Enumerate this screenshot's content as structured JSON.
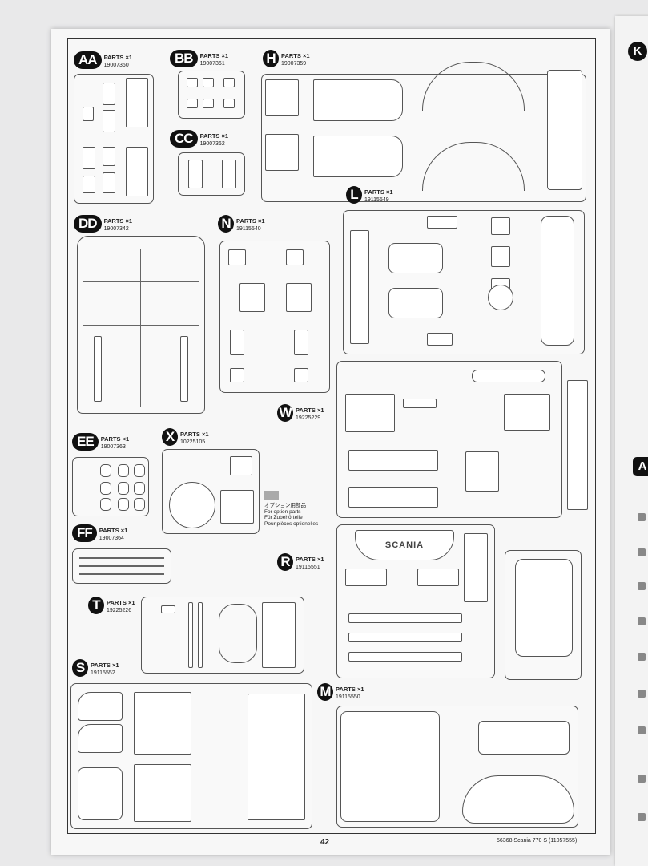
{
  "sprues": [
    {
      "letter": "AA",
      "parts": "PARTS ×1",
      "code": "19007360"
    },
    {
      "letter": "BB",
      "parts": "PARTS ×1",
      "code": "19007361"
    },
    {
      "letter": "CC",
      "parts": "PARTS ×1",
      "code": "19007362"
    },
    {
      "letter": "H",
      "parts": "PARTS ×1",
      "code": "19007359"
    },
    {
      "letter": "L",
      "parts": "PARTS ×1",
      "code": "19115549"
    },
    {
      "letter": "DD",
      "parts": "PARTS ×1",
      "code": "19007342"
    },
    {
      "letter": "N",
      "parts": "PARTS ×1",
      "code": "19115540"
    },
    {
      "letter": "W",
      "parts": "PARTS ×1",
      "code": "19225229"
    },
    {
      "letter": "EE",
      "parts": "PARTS ×1",
      "code": "19007363"
    },
    {
      "letter": "X",
      "parts": "PARTS ×1",
      "code": "10225105"
    },
    {
      "letter": "FF",
      "parts": "PARTS ×1",
      "code": "19007364"
    },
    {
      "letter": "R",
      "parts": "PARTS ×1",
      "code": "19115551"
    },
    {
      "letter": "T",
      "parts": "PARTS ×1",
      "code": "19225226"
    },
    {
      "letter": "S",
      "parts": "PARTS ×1",
      "code": "19115552"
    },
    {
      "letter": "M",
      "parts": "PARTS ×1",
      "code": "19115550"
    }
  ],
  "option_note": {
    "jp": "オプション用部品",
    "en": "For option parts",
    "de": "Für Zubehörteile",
    "fr": "Pour pièces optionelles"
  },
  "grille_text": "SCANIA",
  "footer": {
    "page": "42",
    "code": "56368 Scania 770 S (11057555)"
  },
  "next_page": {
    "letter_top": "K",
    "letter_mid": "A"
  },
  "colors": {
    "paper": "#f7f7f7",
    "ink": "#111111",
    "option_gray": "#aaaaaa"
  }
}
